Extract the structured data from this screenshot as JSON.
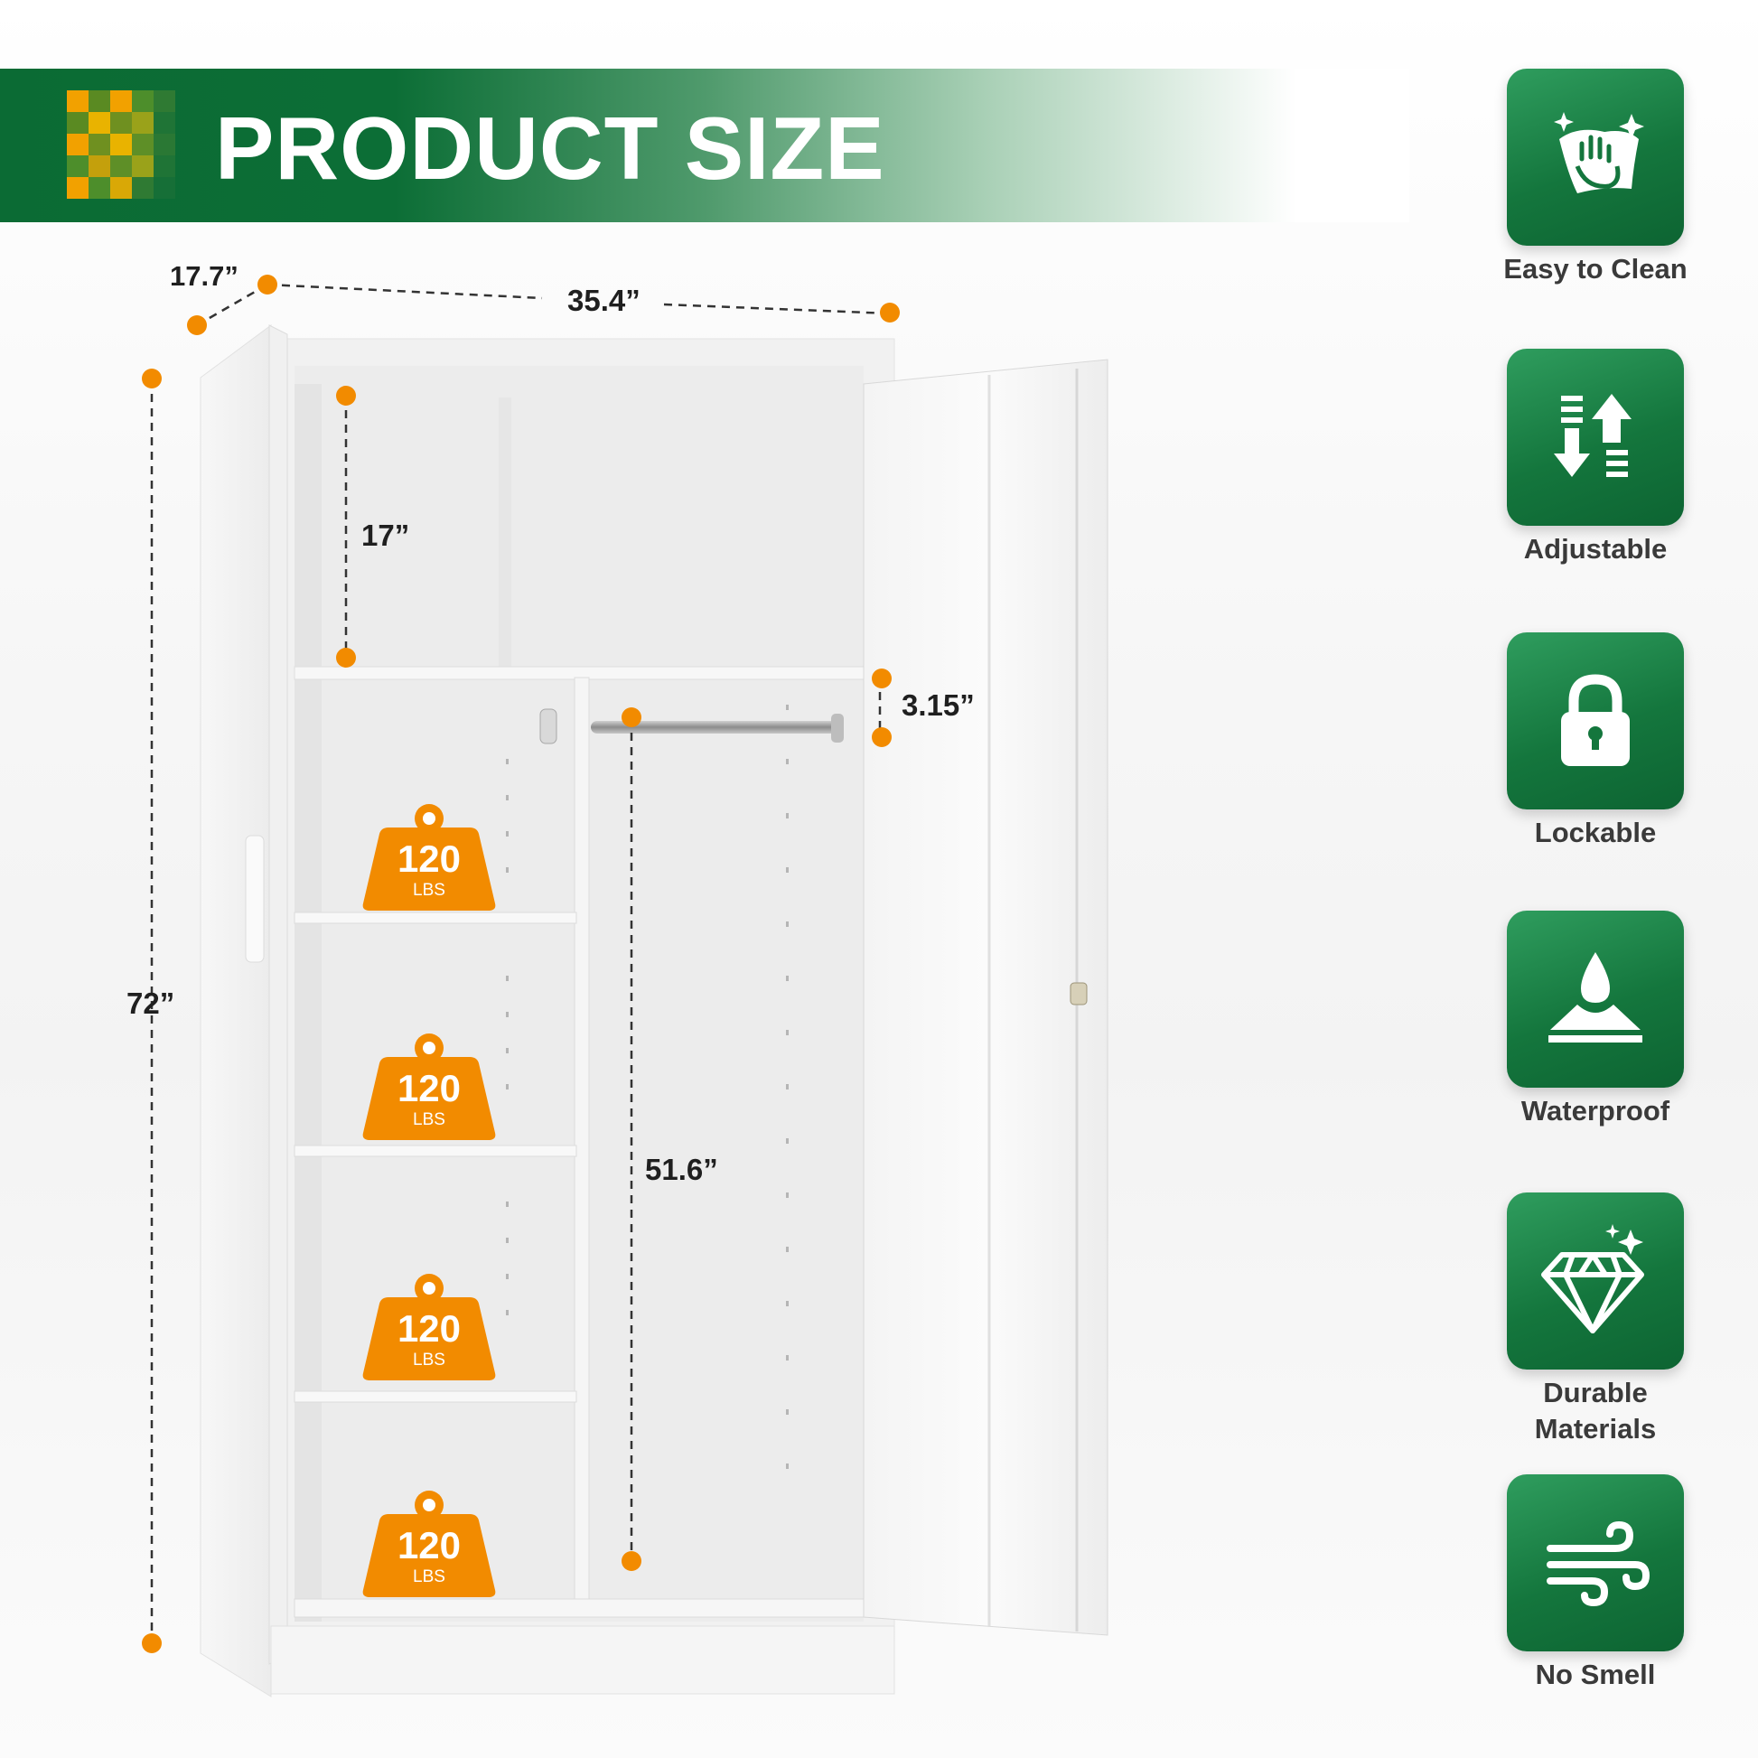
{
  "header": {
    "title": "PRODUCT SIZE"
  },
  "dimensions": {
    "depth": "17.7”",
    "width": "35.4”",
    "height": "72”",
    "top_compartment": "17”",
    "rod_gap": "3.15”",
    "hanging_height": "51.6”"
  },
  "shelf_capacity": [
    {
      "value": "120",
      "unit": "LBS"
    },
    {
      "value": "120",
      "unit": "LBS"
    },
    {
      "value": "120",
      "unit": "LBS"
    },
    {
      "value": "120",
      "unit": "LBS"
    }
  ],
  "features": [
    {
      "label": "Easy to Clean",
      "icon": "cleaning-hand-icon"
    },
    {
      "label": "Adjustable",
      "icon": "adjust-arrows-icon"
    },
    {
      "label": "Lockable",
      "icon": "padlock-icon"
    },
    {
      "label": "Waterproof",
      "icon": "water-drop-icon"
    },
    {
      "label": "Durable Materials",
      "icon": "diamond-icon"
    },
    {
      "label": "No Smell",
      "icon": "wind-icon"
    }
  ],
  "colors": {
    "brand_green": "#0c6e36",
    "accent_orange": "#f28b00"
  }
}
